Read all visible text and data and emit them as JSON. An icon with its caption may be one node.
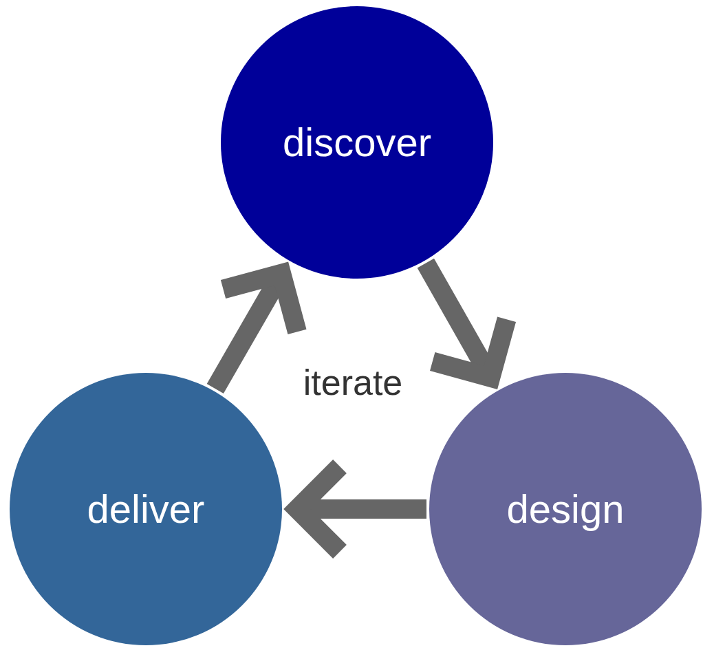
{
  "diagram": {
    "nodes": [
      {
        "text": [
          "discover"
        ]
      },
      {
        "text": [
          "design"
        ]
      },
      {
        "text": [
          "deliver"
        ]
      }
    ],
    "edges": [
      {
        "from": 0,
        "to": 1,
        "arrow": "to"
      },
      {
        "from": 1,
        "to": 2,
        "arrow": "to"
      },
      {
        "from": 2,
        "to": 0,
        "arrow": "to"
      }
    ],
    "labels": [
      "iterate"
    ]
  }
}
